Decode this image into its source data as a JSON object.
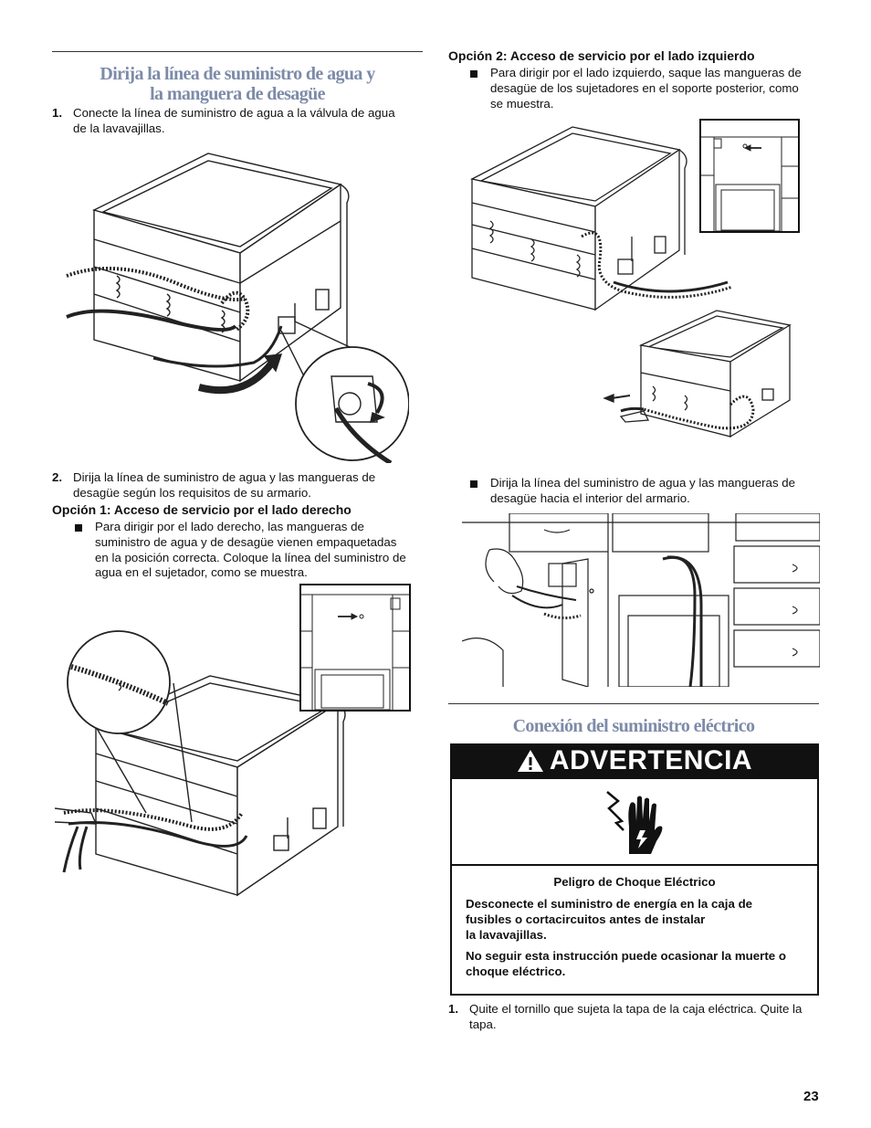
{
  "left": {
    "heading_line1": "Dirija la línea de suministro de agua y",
    "heading_line2": "la manguera de desagüe",
    "step1_num": "1.",
    "step1_line1": "Conecte la línea de suministro de agua a la válvula de agua",
    "step1_line2": "de la lavavajillas.",
    "step2_num": "2.",
    "step2_line1": "Dirija la línea de suministro de agua y las mangueras de",
    "step2_line2": "desagüe según los requisitos de su armario.",
    "option1_title": "Opción 1: Acceso de servicio por el lado derecho",
    "option1_line1": "Para dirigir por el lado derecho, las mangueras de",
    "option1_line2": "suministro de agua y de desagüe vienen empaquetadas",
    "option1_line3": "en la posición correcta. Coloque la línea del suministro de",
    "option1_line4": "agua en el sujetador, como se muestra."
  },
  "right": {
    "option2_title": "Opción 2: Acceso de servicio por el lado izquierdo",
    "option2_line1": "Para dirigir por el lado izquierdo, saque las mangueras de",
    "option2_line2": "desagüe de los sujetadores en el soporte posterior, como",
    "option2_line3": "se muestra.",
    "route_line1": "Dirija la línea del suministro de agua y las mangueras de",
    "route_line2": "desagüe hacia el interior del armario.",
    "electric_heading": "Conexión del suministro eléctrico",
    "warning_title": "ADVERTENCIA",
    "warning_subtitle": "Peligro de Choque Eléctrico",
    "warning_p1_line1": "Desconecte el suministro de energía en la caja de",
    "warning_p1_line2": "fusibles o cortacircuitos antes de instalar",
    "warning_p1_line3": "la lavavajillas.",
    "warning_p2_line1": "No seguir esta instrucción puede ocasionar la muerte o",
    "warning_p2_line2": "choque eléctrico.",
    "electric_step1_num": "1.",
    "electric_step1_line1": "Quite el tornillo que sujeta la tapa de la caja eléctrica. Quite la",
    "electric_step1_line2": "tapa."
  },
  "page_number": "23",
  "colors": {
    "heading": "#7d8ba8",
    "warning_bar": "#111111",
    "text": "#111111"
  },
  "icons": {
    "warning": "warning-triangle-icon",
    "shock": "electric-shock-hand-icon"
  }
}
